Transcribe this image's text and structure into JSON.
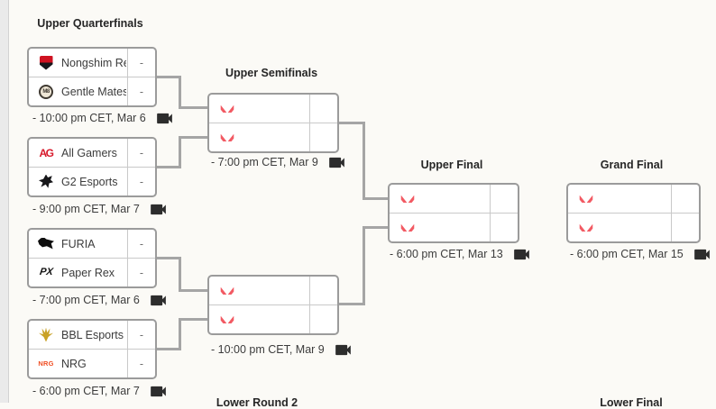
{
  "headers": {
    "upper_quarterfinals": "Upper Quarterfinals",
    "upper_semifinals": "Upper Semifinals",
    "upper_final": "Upper Final",
    "grand_final": "Grand Final",
    "lower_round_2": "Lower Round 2",
    "lower_final": "Lower Final"
  },
  "uqf_matches": [
    {
      "team1": "Nongshim Re...",
      "score1": "-",
      "team2": "Gentle Mates",
      "score2": "-",
      "time": "- 10:00 pm CET, Mar 6"
    },
    {
      "team1": "All Gamers",
      "score1": "-",
      "team2": "G2 Esports",
      "score2": "-",
      "time": "- 9:00 pm CET, Mar 7"
    },
    {
      "team1": "FURIA",
      "score1": "-",
      "team2": "Paper Rex",
      "score2": "-",
      "time": "- 7:00 pm CET, Mar 6"
    },
    {
      "team1": "BBL Esports",
      "score1": "-",
      "team2": "NRG",
      "score2": "-",
      "time": "- 6:00 pm CET, Mar 7"
    }
  ],
  "usf_matches": [
    {
      "time": "- 7:00 pm CET, Mar 9"
    },
    {
      "time": "- 10:00 pm CET, Mar 9"
    }
  ],
  "uf_match": {
    "time": "- 6:00 pm CET, Mar 13"
  },
  "gf_match": {
    "time": "- 6:00 pm CET, Mar 15"
  },
  "logo_text": {
    "gentle_mates": "M8",
    "all_gamers": "AG",
    "paper_rex": "PX",
    "nrg": "NRG"
  },
  "colors": {
    "valorant_red": "#f25a63",
    "box_border": "#9b9b9b",
    "connector_gray": "#a5a5a5",
    "page_bg": "#fbfaf6",
    "nongshim_red": "#cf1221",
    "all_gamers_red": "#d7182a",
    "nrg_orange": "#f04e23",
    "bbl_gold": "#c9a227"
  }
}
